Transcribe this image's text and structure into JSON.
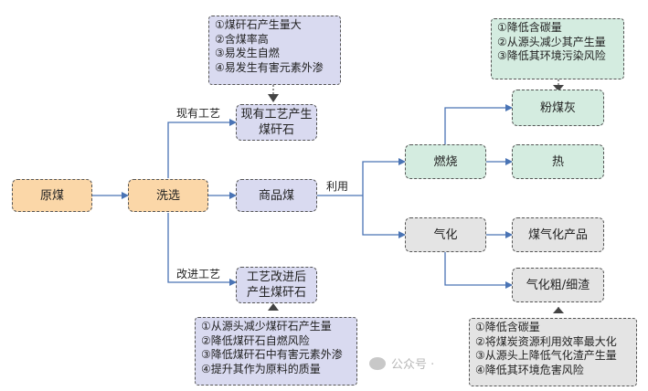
{
  "nodes": {
    "raw_coal": "原煤",
    "washing": "洗选",
    "commercial_coal": "商品煤",
    "current_gangue": "现有工艺产生\n煤矸石",
    "improved_gangue": "工艺改进后\n产生煤矸石",
    "combustion": "燃烧",
    "gasification": "气化",
    "fly_ash": "粉煤灰",
    "heat": "热",
    "gas_products": "煤气化产品",
    "gasification_slag": "气化粗/细渣"
  },
  "edge_labels": {
    "current_process": "现有工艺",
    "improved_process": "改进工艺",
    "utilization": "利用"
  },
  "notes": {
    "current_gangue_issues": [
      "①煤矸石产生量大",
      "②含煤率高",
      "③易发生自燃",
      "④易发生有害元素外渗"
    ],
    "improved_gangue_benefits": [
      "①从源头减少煤矸石产生量",
      "②降低煤矸石自燃风险",
      "③降低煤矸石中有害元素外渗",
      "④提升其作为原料的质量"
    ],
    "fly_ash_benefits": [
      "①降低含碳量",
      "②从源头减少其产生量",
      "③降低其环境污染风险"
    ],
    "slag_benefits": [
      "①降低含碳量",
      "②将煤炭资源利用效率最大化",
      "③从源头上降低气化渣产生量",
      "④降低其环境危害风险"
    ]
  },
  "watermark": "公众号 ·",
  "colors": {
    "orange": "#fbd7a8",
    "purple": "#d9daf0",
    "green": "#d4ece0",
    "gray": "#e4e4e4",
    "arrow": "#4a74b5"
  }
}
